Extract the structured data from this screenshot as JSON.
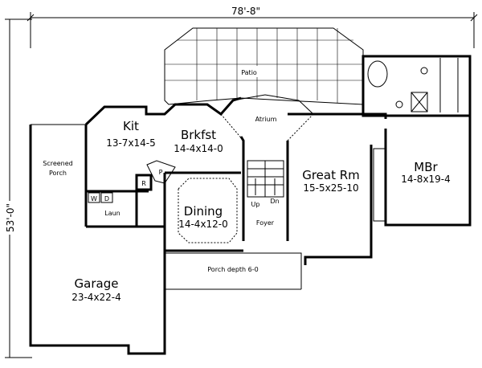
{
  "dimensions": {
    "width": "78'-8\"",
    "depth": "53'-0\""
  },
  "rooms": {
    "patio": {
      "name": "Patio"
    },
    "atrium": {
      "name": "Atrium"
    },
    "kitchen": {
      "name": "Kit",
      "size": "13-7x14-5"
    },
    "breakfast": {
      "name": "Brkfst",
      "size": "14-4x14-0"
    },
    "screened_porch": {
      "name_line1": "Screened",
      "name_line2": "Porch"
    },
    "great_room": {
      "name": "Great Rm",
      "size": "15-5x25-10"
    },
    "master_bedroom": {
      "name": "MBr",
      "size": "14-8x19-4"
    },
    "dining": {
      "name": "Dining",
      "size": "14-4x12-0"
    },
    "foyer": {
      "name": "Foyer"
    },
    "laundry": {
      "name": "Laun"
    },
    "porch": {
      "name": "Porch depth 6-0"
    },
    "garage": {
      "name": "Garage",
      "size": "23-4x22-4"
    }
  },
  "fixtures": {
    "stairs_up": "Up",
    "stairs_down": "Dn",
    "washer": "W",
    "dryer": "D",
    "refrigerator": "R",
    "pantry": "P"
  }
}
